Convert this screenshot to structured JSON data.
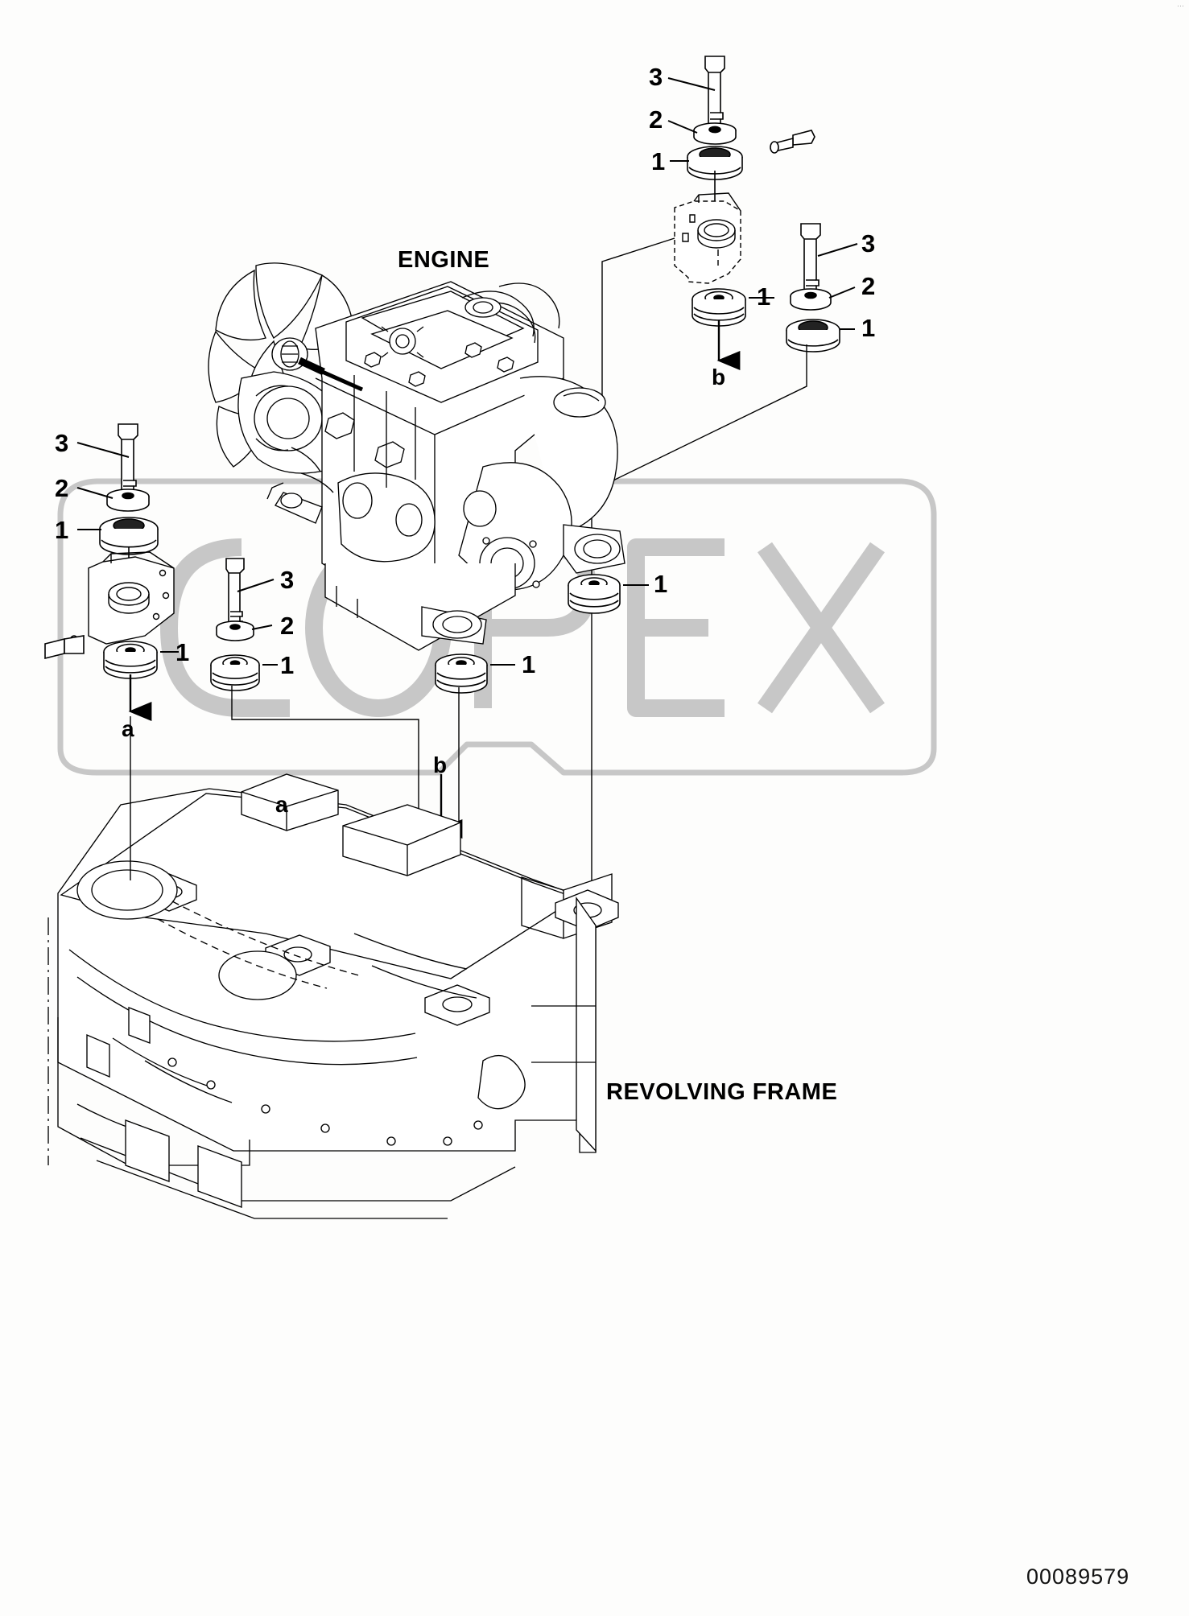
{
  "document": {
    "type": "parts-diagram",
    "part_number": "00089579",
    "corner_mark": "···"
  },
  "titles": {
    "engine": "ENGINE",
    "revolving_frame": "REVOLVING FRAME"
  },
  "watermark": {
    "text": "COPEX"
  },
  "callouts": {
    "top_right_stack": [
      {
        "id": "tr-3",
        "label": "3",
        "item": "bolt"
      },
      {
        "id": "tr-2",
        "label": "2",
        "item": "washer"
      },
      {
        "id": "tr-1",
        "label": "1",
        "item": "rubber-mount"
      }
    ],
    "right_stack": [
      {
        "id": "r-3",
        "label": "3",
        "item": "bolt"
      },
      {
        "id": "r-2",
        "label": "2",
        "item": "washer"
      },
      {
        "id": "r-1",
        "label": "1",
        "item": "rubber-mount"
      }
    ],
    "mid_right": [
      {
        "id": "mr-1",
        "label": "1",
        "item": "rubber-mount"
      }
    ],
    "left_stack": [
      {
        "id": "l-3",
        "label": "3",
        "item": "bolt"
      },
      {
        "id": "l-2",
        "label": "2",
        "item": "washer"
      },
      {
        "id": "l-1",
        "label": "1",
        "item": "rubber-mount"
      }
    ],
    "left_lower_stack": [
      {
        "id": "ll-3",
        "label": "3",
        "item": "bolt"
      },
      {
        "id": "ll-2",
        "label": "2",
        "item": "washer"
      },
      {
        "id": "ll-1",
        "label": "1",
        "item": "rubber-mount"
      }
    ],
    "left_mount": [
      {
        "id": "lm-1",
        "label": "1",
        "item": "rubber-mount"
      }
    ],
    "center_mounts": [
      {
        "id": "cm-1",
        "label": "1",
        "item": "rubber-mount"
      },
      {
        "id": "cr-1",
        "label": "1",
        "item": "rubber-mount"
      }
    ]
  },
  "section_markers": [
    {
      "id": "marker-b-upper",
      "label": "b",
      "kind": "down-arrow"
    },
    {
      "id": "marker-a-upper",
      "label": "a",
      "kind": "down-arrow"
    },
    {
      "id": "marker-b-lower",
      "label": "b",
      "kind": "down-arrow"
    },
    {
      "id": "marker-a-lower",
      "label": "a",
      "kind": "down-arrow"
    }
  ],
  "colors": {
    "line": "#000000",
    "background": "#ffffff",
    "watermark": "#c9c9c9"
  }
}
